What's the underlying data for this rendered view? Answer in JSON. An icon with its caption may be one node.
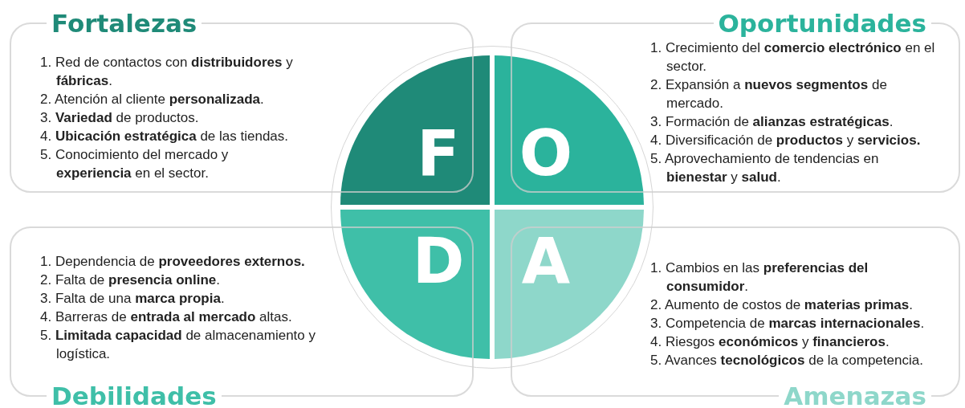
{
  "diagram": {
    "nodes": [
      {
        "text": [
          "Fortalezas",
          "1. Red de contactos con **distribuidores** y **fábricas**.",
          "2. Atención al cliente **personalizada**.",
          "3. **Variedad** de productos.",
          "4. **Ubicación estratégica** de las tiendas.",
          "5. Conocimiento del mercado y **experiencia** en el sector."
        ]
      },
      {
        "text": [
          "Oportunidades",
          "1. Crecimiento del **comercio electrónico** en el sector.",
          "2. Expansión a **nuevos segmentos** de mercado.",
          "3. Formación de **alianzas estratégicas**.",
          "4. Diversificación de **productos** y **servicios.**",
          "5. Aprovechamiento de tendencias en **bienestar** y **salud**."
        ]
      },
      {
        "text": [
          "Debilidades",
          "1. Dependencia de **proveedores externos.**",
          "2. Falta de **presencia online**.",
          "3. Falta de una **marca propia**.",
          "4. Barreras de **entrada al mercado** altas.",
          "5. **Limitada capacidad** de almacenamiento y logística."
        ]
      },
      {
        "text": [
          "Amenazas",
          "1. Cambios en las **preferencias del consumidor**.",
          "2. Aumento de costos de **materias primas**.",
          "3. Competencia de **marcas internacionales**.",
          "4. Riesgos **económicos** y **financieros**.",
          "5. Avances **tecnológicos** de la competencia."
        ]
      },
      {
        "text": [
          "F"
        ]
      },
      {
        "text": [
          "O"
        ]
      },
      {
        "text": [
          "D"
        ]
      },
      {
        "text": [
          "A"
        ]
      }
    ],
    "edges": []
  }
}
